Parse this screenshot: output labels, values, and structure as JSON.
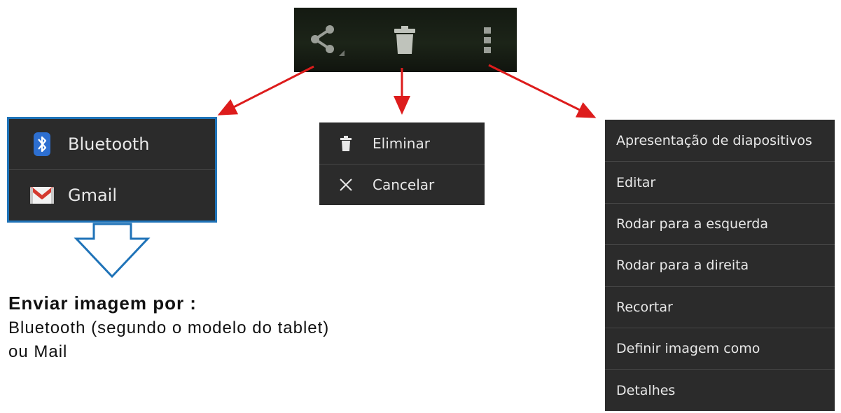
{
  "toolbar": {
    "share_icon": "share-icon",
    "delete_icon": "trash-icon",
    "overflow_icon": "overflow-menu-icon",
    "background": "#1a2116"
  },
  "share_menu": {
    "border_color": "#1f73b8",
    "items": [
      {
        "label": "Bluetooth",
        "icon": "bluetooth-icon"
      },
      {
        "label": "Gmail",
        "icon": "gmail-icon"
      }
    ]
  },
  "delete_menu": {
    "items": [
      {
        "label": "Eliminar",
        "icon": "trash-icon"
      },
      {
        "label": "Cancelar",
        "icon": "close-icon"
      }
    ]
  },
  "more_menu": {
    "items": [
      {
        "label": "Apresentação de diapositivos"
      },
      {
        "label": "Editar"
      },
      {
        "label": "Rodar para a esquerda"
      },
      {
        "label": "Rodar para a direita"
      },
      {
        "label": "Recortar"
      },
      {
        "label": "Definir imagem como"
      },
      {
        "label": "Detalhes"
      }
    ]
  },
  "caption": {
    "title": "Enviar imagem por :",
    "line1": "Bluetooth (segundo o modelo do tablet)",
    "line2": "ou Mail"
  },
  "colors": {
    "arrow": "#dd1c1c",
    "outline_arrow": "#1f73b8",
    "menu_bg": "#2b2b2b",
    "menu_text": "#e8e8e8"
  }
}
